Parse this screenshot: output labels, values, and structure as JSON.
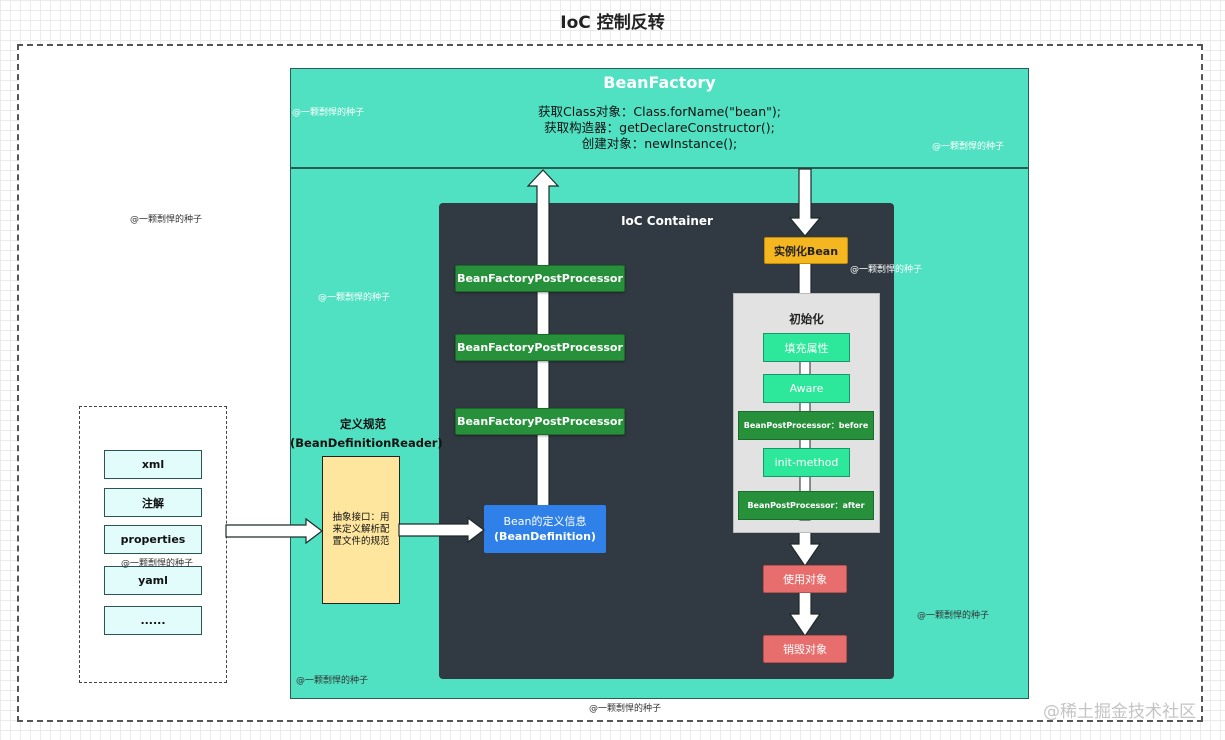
{
  "title": "IoC 控制反转",
  "factory": {
    "title": "BeanFactory",
    "code_lines": [
      "获取Class对象：Class.forName(\"bean\");",
      "获取构造器：getDeclareConstructor();",
      "创建对象：newInstance();"
    ]
  },
  "container": {
    "title": "IoC Container",
    "processors": [
      "BeanFactoryPostProcessor",
      "BeanFactoryPostProcessor",
      "BeanFactoryPostProcessor"
    ],
    "bean_definition": [
      "Bean的定义信息",
      "(BeanDefinition)"
    ]
  },
  "lifecycle": {
    "instantiate": "实例化Bean",
    "init_title": "初始化",
    "steps": [
      "填充属性",
      "Aware",
      "BeanPostProcessor：before",
      "init-method",
      "BeanPostProcessor：after"
    ],
    "use": "使用对象",
    "destroy": "销毁对象"
  },
  "sources": [
    "xml",
    "注解",
    "properties",
    "yaml",
    "......"
  ],
  "reader": {
    "label": "定义规范",
    "name": "(BeanDefinitionReader)",
    "desc": "抽象接口：用来定义解析配置文件的规范"
  },
  "watermarks": [
    "@一颗剽悍的种子",
    "@一颗剽悍的种子",
    "@一颗剽悍的种子",
    "@一颗剽悍的种子",
    "@一颗剽悍的种子",
    "@一颗剽悍的种子",
    "@一颗剽悍的种子",
    "@一颗剽悍的种子",
    "@一颗剽悍的种子"
  ],
  "brand_watermark": "@稀土掘金技术社区",
  "colors": {
    "factory_bg": "#4fe1c2",
    "container_bg": "#313942",
    "processor_green": "#26913a",
    "step_green": "#2de89b",
    "definition_blue": "#2f80e8",
    "instantiate_yellow": "#f5b720",
    "reader_yellow": "#ffe69e",
    "destroy_red": "#e86e6e",
    "source_cyan": "#e2fcfc"
  }
}
